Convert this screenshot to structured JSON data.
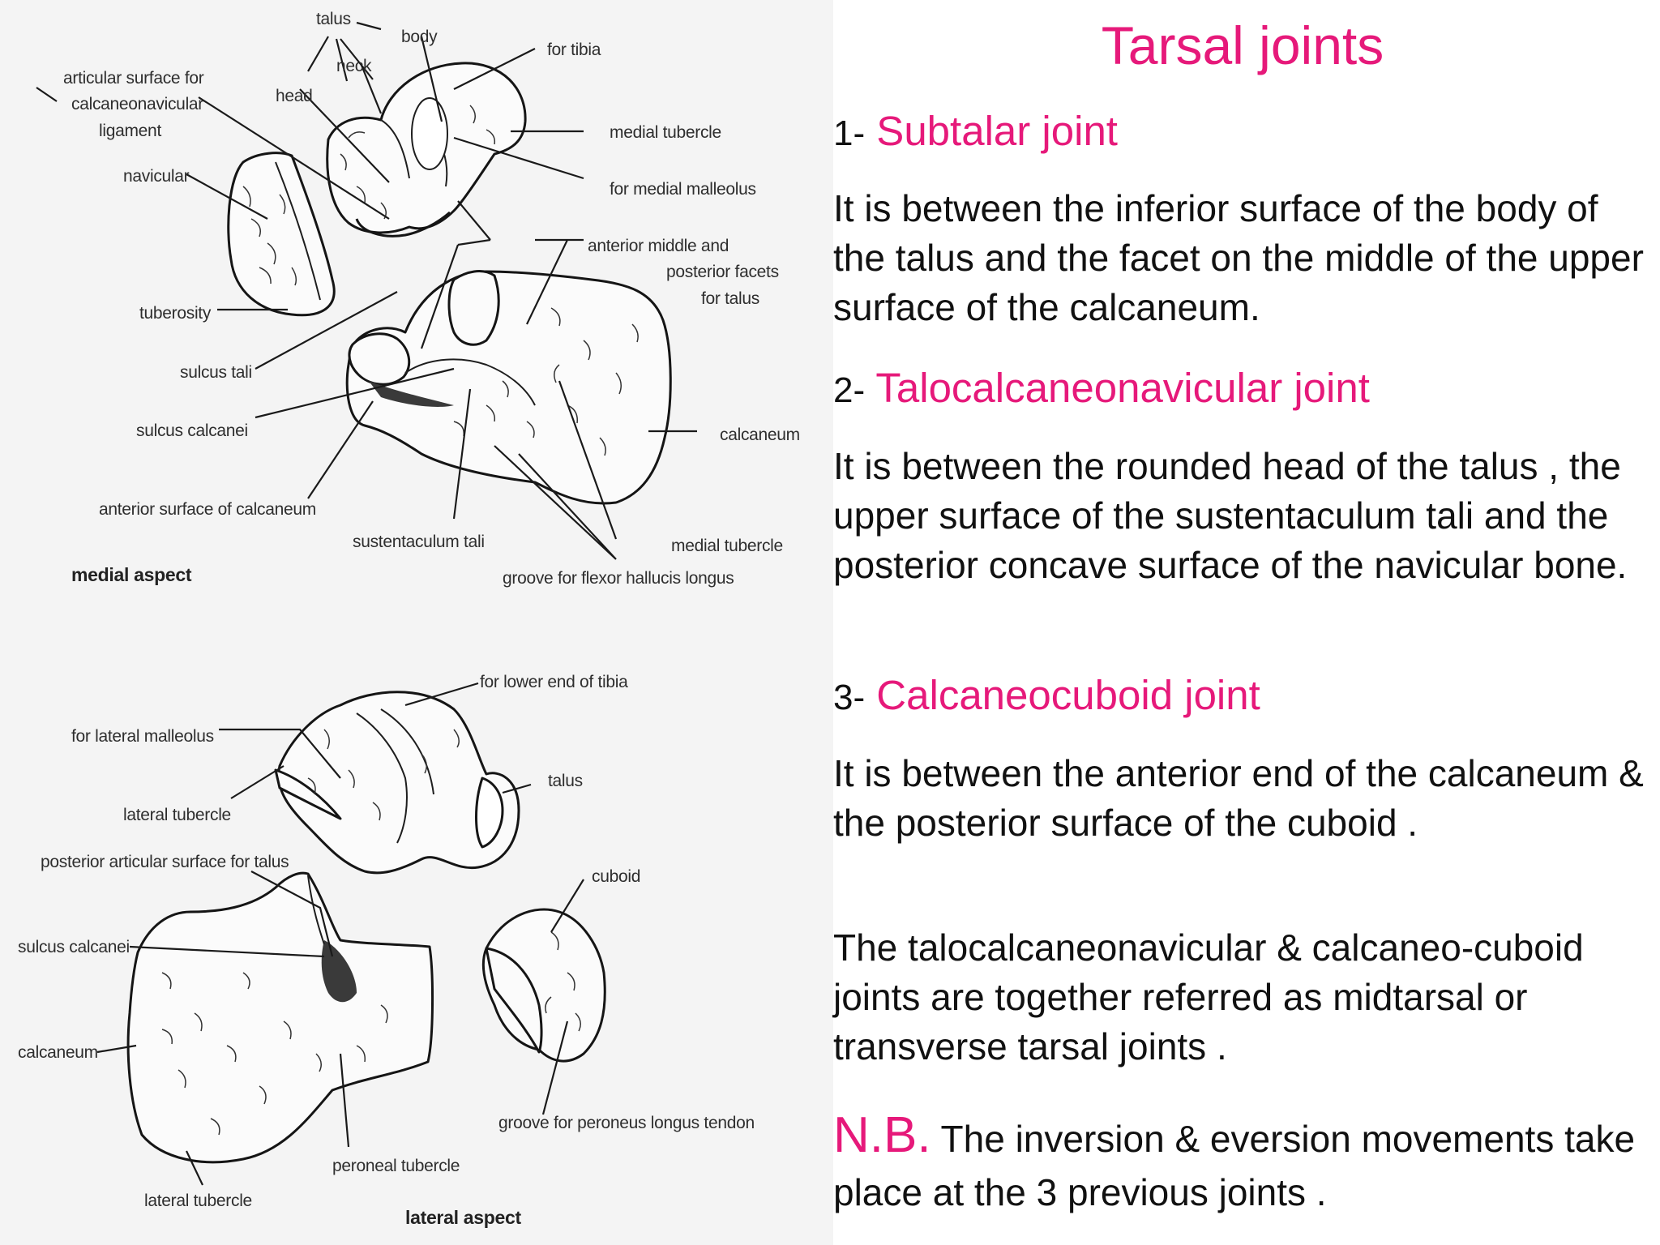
{
  "slide": {
    "title": "Tarsal joints",
    "sections": [
      {
        "number": "1-",
        "name": "Subtalar joint",
        "text": "It is between the inferior surface of the body of the talus and the facet on the middle of the upper surface of the calcaneum."
      },
      {
        "number": "2-",
        "name": "Talocalcaneonavicular joint",
        "text": "It is between the rounded head of the talus , the upper surface of the sustentaculum tali and the posterior concave surface of the navicular bone."
      },
      {
        "number": "3-",
        "name": "Calcaneocuboid joint",
        "text": "It is between the anterior end of the calcaneum & the posterior surface of the cuboid ."
      }
    ],
    "summary": "The talocalcaneonavicular & calcaneo-cuboid joints  are together referred as midtarsal or transverse tarsal joints .",
    "note_prefix": "N.B.",
    "note_text": " The inversion & eversion movements take place at the 3 previous joints ."
  },
  "figure": {
    "medial_aspect": {
      "caption": "medial aspect",
      "labels": {
        "talus": "talus",
        "body": "body",
        "neck": "neck",
        "head": "head",
        "for_tibia": "for tibia",
        "artic_1": "articular surface for",
        "artic_2": "calcaneonavicular",
        "artic_3": "ligament",
        "navicular": "navicular",
        "medial_tubercle_top": "medial tubercle",
        "for_medial_malleolus": "for medial malleolus",
        "facets_1": "anterior middle and",
        "facets_2": "posterior facets",
        "facets_3": "for talus",
        "tuberosity": "tuberosity",
        "sulcus_tali": "sulcus tali",
        "sulcus_calcanei": "sulcus calcanei",
        "calcaneum": "calcaneum",
        "anterior_surface": "anterior surface of calcaneum",
        "sustentaculum": "sustentaculum tali",
        "medial_tubercle_bottom": "medial tubercle",
        "groove_fhl": "groove for flexor hallucis longus"
      }
    },
    "lateral_aspect": {
      "caption": "lateral aspect",
      "labels": {
        "for_lower_tibia": "for lower end of tibia",
        "for_lateral_malleolus": "for lateral malleolus",
        "talus": "talus",
        "lateral_tubercle_top": "lateral tubercle",
        "posterior_articular": "posterior articular surface for talus",
        "cuboid": "cuboid",
        "sulcus_calcanei": "sulcus calcanei",
        "calcaneum": "calcaneum",
        "groove_peroneus": "groove for peroneus longus tendon",
        "peroneal_tubercle": "peroneal tubercle",
        "lateral_tubercle_bottom": "lateral tubercle"
      }
    }
  }
}
